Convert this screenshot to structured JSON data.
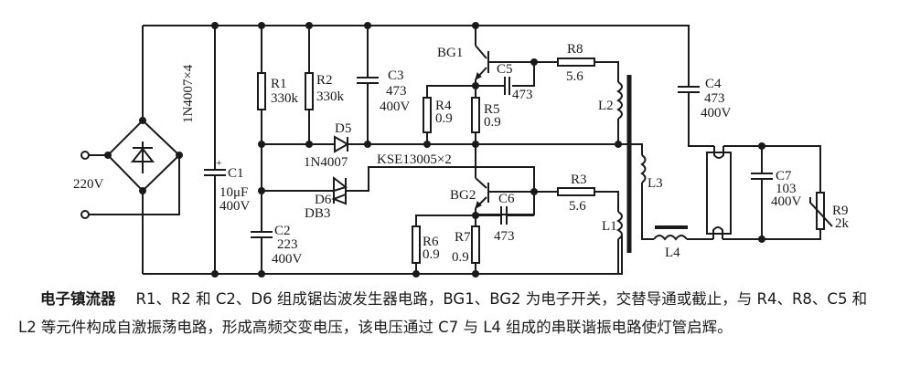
{
  "diagram": {
    "type": "circuit-schematic",
    "supply": {
      "label": "220V"
    },
    "components": {
      "bridge": {
        "name": "1N4007×4"
      },
      "C1": {
        "name": "C1",
        "value": "10μF",
        "rating": "400V",
        "polarity": "+"
      },
      "R1": {
        "name": "R1",
        "value": "330k"
      },
      "R2": {
        "name": "R2",
        "value": "330k"
      },
      "C2": {
        "name": "C2",
        "value": "223",
        "rating": "400V"
      },
      "C3": {
        "name": "C3",
        "value": "473",
        "rating": "400V"
      },
      "D5": {
        "name": "D5",
        "part": "1N4007"
      },
      "D6": {
        "name": "D6",
        "part": "DB3"
      },
      "transistors": {
        "label": "KSE13005×2"
      },
      "BG1": {
        "name": "BG1"
      },
      "BG2": {
        "name": "BG2"
      },
      "C5": {
        "name": "C5",
        "value": "473"
      },
      "C6": {
        "name": "C6",
        "value": "473"
      },
      "R4": {
        "name": "R4",
        "value": "0.9"
      },
      "R5": {
        "name": "R5",
        "value": "0.9"
      },
      "R6": {
        "name": "R6",
        "value": "0.9"
      },
      "R7": {
        "name": "R7",
        "value": "0.9"
      },
      "R8": {
        "name": "R8",
        "value": "5.6"
      },
      "R3": {
        "name": "R3",
        "value": "5.6"
      },
      "L1": {
        "name": "L1"
      },
      "L2": {
        "name": "L2"
      },
      "L3": {
        "name": "L3"
      },
      "L4": {
        "name": "L4"
      },
      "C4": {
        "name": "C4",
        "value": "473",
        "rating": "400V"
      },
      "C7": {
        "name": "C7",
        "value": "103",
        "rating": "400V"
      },
      "R9": {
        "name": "R9",
        "value": "2k"
      }
    }
  },
  "caption": {
    "title": "电子镇流器",
    "body": "R1、R2 和 C2、D6 组成锯齿波发生器电路，BG1、BG2 为电子开关，交替导通或截止，与 R4、R8、C5 和 L2 等元件构成自激振荡电路，形成高频交变电压，该电压通过 C7 与 L4 组成的串联谐振电路使灯管启辉。"
  }
}
